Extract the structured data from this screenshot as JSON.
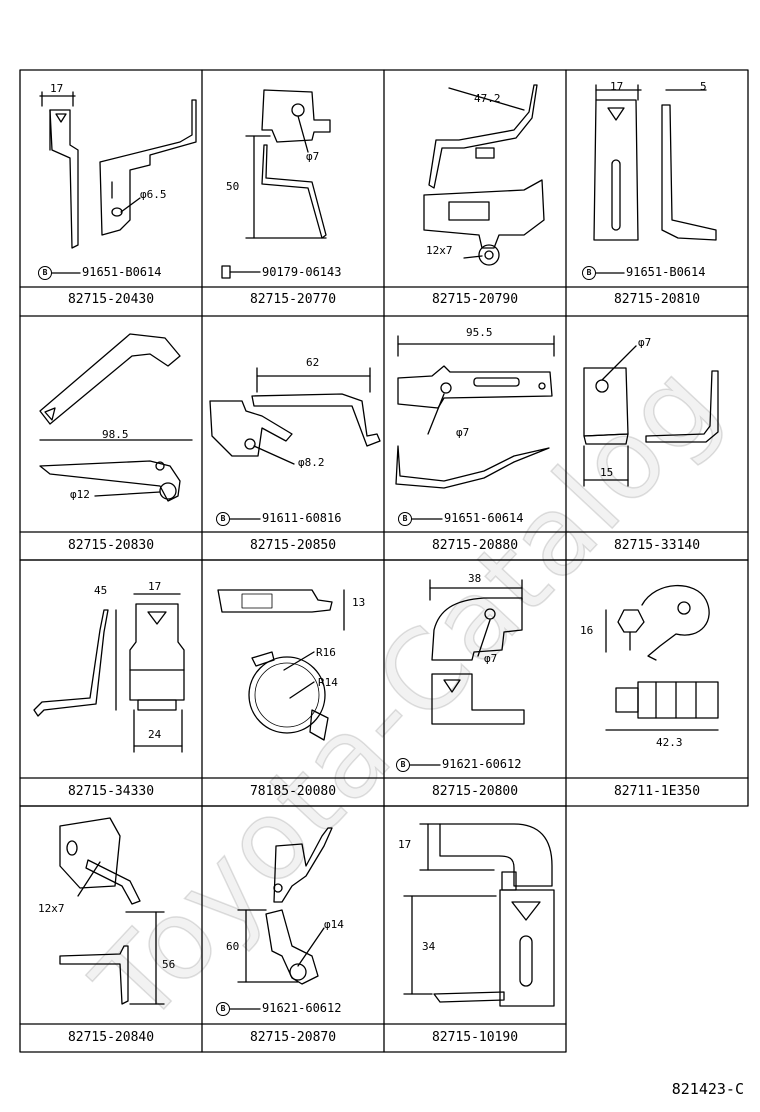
{
  "diagram_code": "821423-C",
  "watermark": "Toyota-Catalog",
  "cells": [
    {
      "part_no": "82715-20430",
      "ref": "91651-B0614",
      "bolt": "B",
      "dims": [
        "17",
        "φ6.5"
      ]
    },
    {
      "part_no": "82715-20770",
      "ref": "90179-06143",
      "bolt": "",
      "dims": [
        "φ7",
        "50"
      ]
    },
    {
      "part_no": "82715-20790",
      "ref": "",
      "bolt": "",
      "dims": [
        "47.2",
        "12x7"
      ]
    },
    {
      "part_no": "82715-20810",
      "ref": "91651-B0614",
      "bolt": "B",
      "dims": [
        "17",
        "5"
      ]
    },
    {
      "part_no": "82715-20830",
      "ref": "",
      "bolt": "",
      "dims": [
        "98.5",
        "φ12"
      ]
    },
    {
      "part_no": "82715-20850",
      "ref": "91611-60816",
      "bolt": "B",
      "dims": [
        "62",
        "φ8.2"
      ]
    },
    {
      "part_no": "82715-20880",
      "ref": "91651-60614",
      "bolt": "B",
      "dims": [
        "95.5",
        "φ7"
      ]
    },
    {
      "part_no": "82715-33140",
      "ref": "",
      "bolt": "",
      "dims": [
        "φ7",
        "15"
      ]
    },
    {
      "part_no": "82715-34330",
      "ref": "",
      "bolt": "",
      "dims": [
        "45",
        "17",
        "24"
      ]
    },
    {
      "part_no": "78185-20080",
      "ref": "",
      "bolt": "",
      "dims": [
        "13",
        "R16",
        "R14"
      ]
    },
    {
      "part_no": "82715-20800",
      "ref": "91621-60612",
      "bolt": "B",
      "dims": [
        "38",
        "φ7"
      ]
    },
    {
      "part_no": "82711-1E350",
      "ref": "",
      "bolt": "",
      "dims": [
        "16",
        "42.3"
      ]
    },
    {
      "part_no": "82715-20840",
      "ref": "",
      "bolt": "",
      "dims": [
        "12x7",
        "56"
      ]
    },
    {
      "part_no": "82715-20870",
      "ref": "91621-60612",
      "bolt": "B",
      "dims": [
        "φ14",
        "60"
      ]
    },
    {
      "part_no": "82715-10190",
      "ref": "",
      "bolt": "",
      "dims": [
        "17",
        "34"
      ]
    }
  ]
}
